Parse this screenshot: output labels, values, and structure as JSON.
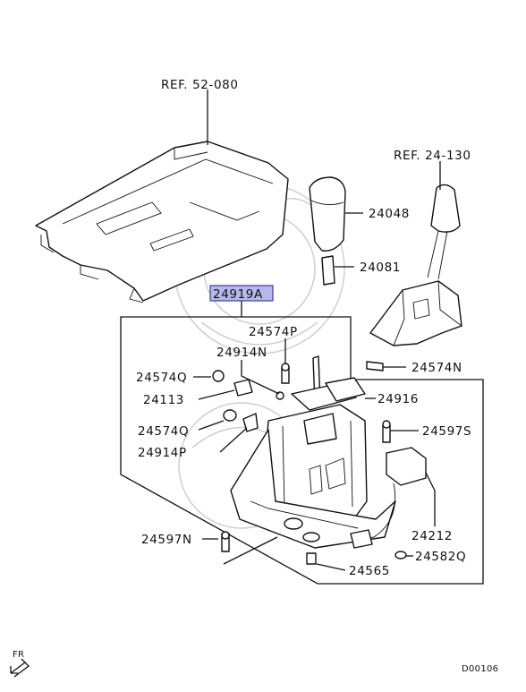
{
  "diagram": {
    "references": {
      "seat_ref": "REF. 52-080",
      "shifter_ref": "REF. 24-130"
    },
    "highlighted_part": "24919A",
    "parts": [
      "24048",
      "24081",
      "24574N",
      "24574P",
      "24914N",
      "24574Q",
      "24113",
      "24916",
      "24574Q",
      "24597S",
      "24914P",
      "24212",
      "24597N",
      "24582Q",
      "24565"
    ],
    "front_indicator": "FR",
    "diagram_code": "D00106",
    "colors": {
      "highlight_fill": "#b4b8ea",
      "highlight_border": "#3a3f9a",
      "line": "#111111",
      "watermark": "#cfcfcf"
    }
  }
}
